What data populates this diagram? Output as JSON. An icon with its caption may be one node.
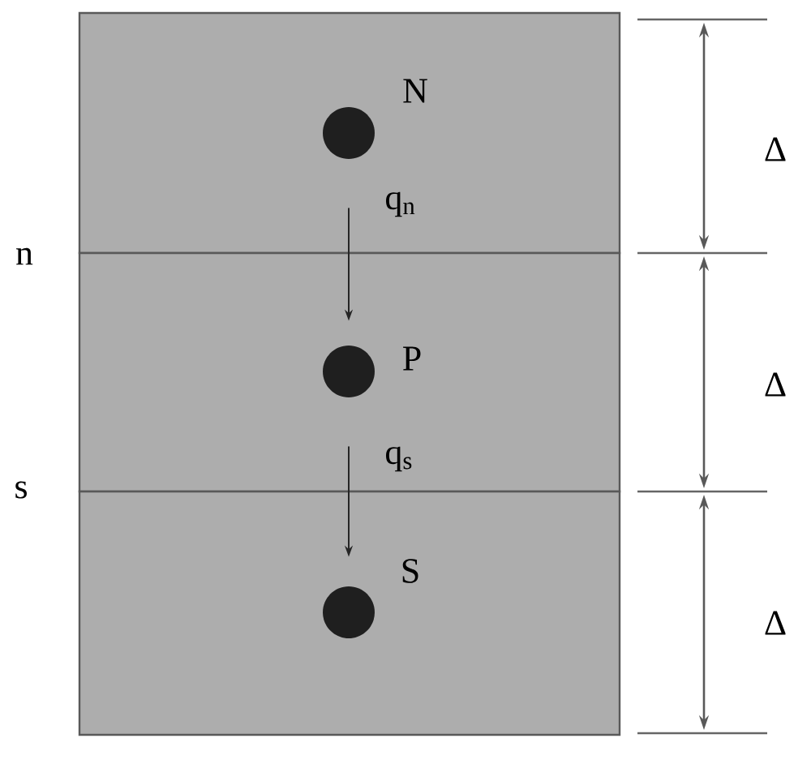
{
  "diagram": {
    "nodes": [
      {
        "text": [],
        "shape": "box"
      },
      {
        "text": [],
        "shape": "box"
      },
      {
        "text": [],
        "shape": "box"
      },
      {
        "text": [],
        "shape": "circle",
        "in": 0,
        "beside": [
          "N"
        ]
      },
      {
        "text": [],
        "shape": "circle",
        "in": 1,
        "beside": [
          "P"
        ]
      },
      {
        "text": [],
        "shape": "circle",
        "in": 2,
        "beside": [
          "S"
        ]
      }
    ],
    "edges": [
      {
        "from": 3,
        "to": 4,
        "arrow": "to",
        "label": "q$_{n}$"
      },
      {
        "from": 4,
        "to": 5,
        "arrow": "to",
        "label": "q$_{s}$"
      }
    ],
    "labels": [
      "Δ",
      "n",
      "Δ",
      "s",
      "Δ"
    ]
  }
}
